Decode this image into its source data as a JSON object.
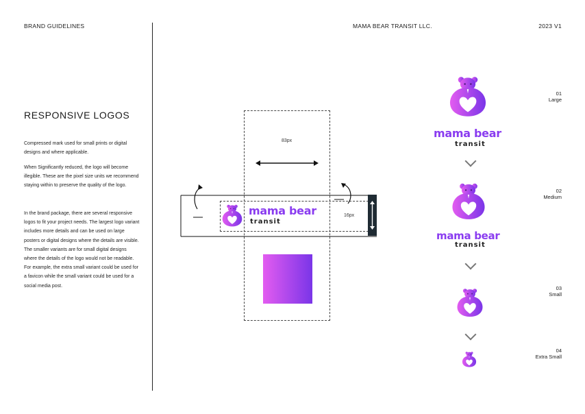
{
  "header": {
    "left": "BRAND GUIDELINES",
    "center": "MAMA BEAR TRANSIT LLC.",
    "right": "2023 V1"
  },
  "section": {
    "title": "RESPONSIVE LOGOS",
    "paragraphs": [
      "Compressed mark used for small prints or digital designs and where applicable.",
      "When Significantly reduced, the logo will become illegible. These are the pixel size units we recommend staying within to preserve the quality of the logo.",
      "In the brand package, there are several responsive logos to fit your project needs. The largest logo variant includes more details and can be used on large posters or digital designs where the details are visible. The smaller variants are for small digital designs where the details of the logo would not be readable. For example, the extra small variant could be used for a favicon while the small variant could be used for a social media post."
    ]
  },
  "diagram": {
    "width_label": "83px",
    "height_label": "16px",
    "wordmark": "mama bear",
    "subword": "transit"
  },
  "variants": [
    {
      "num": "01",
      "name": "Large",
      "wordmark": "mama bear",
      "subword": "transit"
    },
    {
      "num": "02",
      "name": "Medium",
      "wordmark": "mama bear",
      "subword": "transit"
    },
    {
      "num": "03",
      "name": "Small"
    },
    {
      "num": "04",
      "name": "Extra Small"
    }
  ],
  "colors": {
    "brand_pink": "#e35cf0",
    "brand_purple": "#7a35e8",
    "dark_teal": "#1f2b33"
  }
}
